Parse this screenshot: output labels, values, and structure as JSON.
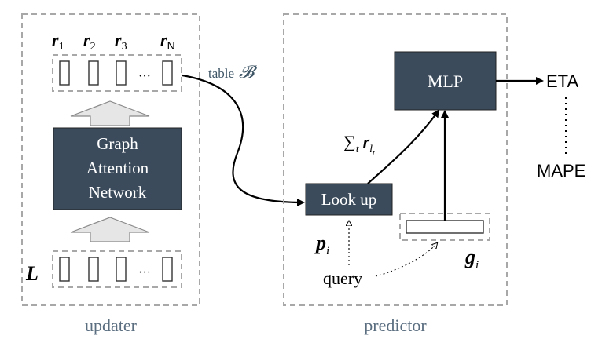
{
  "updater": {
    "label": "updater",
    "gnn_lines": [
      "Graph",
      "Attention",
      "Network"
    ],
    "r_labels": [
      "r",
      "r",
      "r",
      "r"
    ],
    "r_subs": [
      "1",
      "2",
      "3",
      "N"
    ],
    "ellipsis": "···",
    "input_label": "L"
  },
  "predictor": {
    "label": "predictor",
    "lookup": "Look up",
    "mlp": "MLP",
    "sum_symbol": "∑",
    "sum_sub": "t",
    "sum_r": "r",
    "sum_r_sub": "l",
    "sum_r_subsub": "t",
    "p_label": "p",
    "p_sub": "i",
    "g_label": "g",
    "g_sub": "i",
    "query": "query"
  },
  "table_label": "table",
  "table_symbol": "𝓑",
  "outputs": {
    "eta": "ETA",
    "mape": "MAPE"
  },
  "colors": {
    "dark_box": "#3b4b5c",
    "dashed_border": "#a8a8a8",
    "big_arrow_fill": "#e6e6e6"
  }
}
